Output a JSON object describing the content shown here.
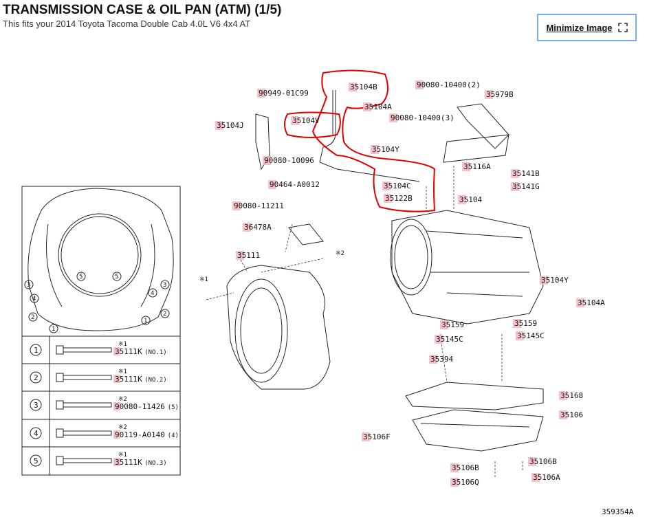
{
  "header": {
    "title": "TRANSMISSION CASE & OIL PAN (ATM) (1/5)",
    "subtitle": "This fits your 2014 Toyota Tacoma Double Cab 4.0L V6 4x4 AT",
    "minimize_label": "Minimize Image",
    "expand_icon": "expand-icon"
  },
  "diagram": {
    "ref_code": "359354A",
    "callouts": [
      {
        "id": "c1",
        "text": "90949-01C99"
      },
      {
        "id": "c2",
        "text": "35104B"
      },
      {
        "id": "c3",
        "text": "90080-10400(2)"
      },
      {
        "id": "c4",
        "text": "35979B"
      },
      {
        "id": "c5",
        "text": "35104A"
      },
      {
        "id": "c6",
        "text": "35104V"
      },
      {
        "id": "c7",
        "text": "90080-10400(3)"
      },
      {
        "id": "c8",
        "text": "35104J"
      },
      {
        "id": "c9",
        "text": "35104Y"
      },
      {
        "id": "c10",
        "text": "90080-10096"
      },
      {
        "id": "c11",
        "text": "35116A"
      },
      {
        "id": "c12",
        "text": "35141B"
      },
      {
        "id": "c13",
        "text": "90464-A0012"
      },
      {
        "id": "c14",
        "text": "35104C"
      },
      {
        "id": "c15",
        "text": "35141G"
      },
      {
        "id": "c16",
        "text": "35122B"
      },
      {
        "id": "c17",
        "text": "90080-11211"
      },
      {
        "id": "c18",
        "text": "35104"
      },
      {
        "id": "c19",
        "text": "36478A"
      },
      {
        "id": "c20",
        "text": "35111"
      },
      {
        "id": "c21",
        "text": "35104Y"
      },
      {
        "id": "c22",
        "text": "35104A"
      },
      {
        "id": "c23",
        "text": "35159"
      },
      {
        "id": "c24",
        "text": "35159"
      },
      {
        "id": "c25",
        "text": "35145C"
      },
      {
        "id": "c26",
        "text": "35145C"
      },
      {
        "id": "c27",
        "text": "35394"
      },
      {
        "id": "c28",
        "text": "35168"
      },
      {
        "id": "c29",
        "text": "35106"
      },
      {
        "id": "c30",
        "text": "35106F"
      },
      {
        "id": "c31",
        "text": "35106B"
      },
      {
        "id": "c32",
        "text": "35106B"
      },
      {
        "id": "c33",
        "text": "35106Q"
      },
      {
        "id": "c34",
        "text": "35106A"
      }
    ],
    "star_notes": [
      {
        "id": "s1",
        "text": "※2"
      },
      {
        "id": "s2",
        "text": "※1"
      }
    ],
    "bolt_table": [
      {
        "num": "1",
        "mark": "※1",
        "part": "35111K",
        "note": "(NO.1)"
      },
      {
        "num": "2",
        "mark": "※1",
        "part": "35111K",
        "note": "(NO.2)"
      },
      {
        "num": "3",
        "mark": "※2",
        "part": "90080-11426",
        "note": "(5)"
      },
      {
        "num": "4",
        "mark": "※2",
        "part": "90119-A0140",
        "note": "(4)"
      },
      {
        "num": "5",
        "mark": "※1",
        "part": "35111K",
        "note": "(NO.3)"
      }
    ],
    "housing_numbers": [
      "1",
      "2",
      "3",
      "4",
      "5"
    ]
  }
}
